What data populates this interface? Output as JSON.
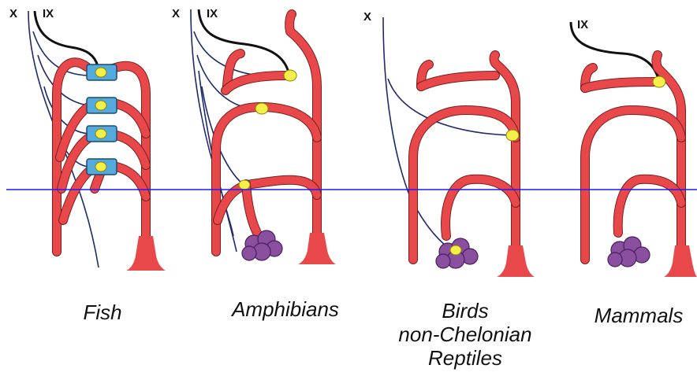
{
  "colors": {
    "artery": "#e8484a",
    "nerve_vagus": "#1f2a6b",
    "nerve_glossopharyngeal": "#111111",
    "receptor_dot": "#f5ef4a",
    "gill": "#55aadd",
    "lung": "#8a4f9e",
    "reference_line": "#1a1aff"
  },
  "panels": {
    "fish": {
      "caption_lines": [
        "Fish"
      ],
      "nerve_labels": {
        "vagus": "X",
        "glossopharyngeal": "IX"
      }
    },
    "amphibians": {
      "caption_lines": [
        "Amphibians"
      ],
      "nerve_labels": {
        "vagus": "X",
        "glossopharyngeal": "IX"
      }
    },
    "birds_reptiles": {
      "caption_lines": [
        "Birds",
        "non-Chelonian",
        "Reptiles"
      ],
      "nerve_labels": {
        "vagus": "X"
      }
    },
    "mammals": {
      "caption_lines": [
        "Mammals"
      ],
      "nerve_labels": {
        "glossopharyngeal": "IX"
      }
    }
  }
}
